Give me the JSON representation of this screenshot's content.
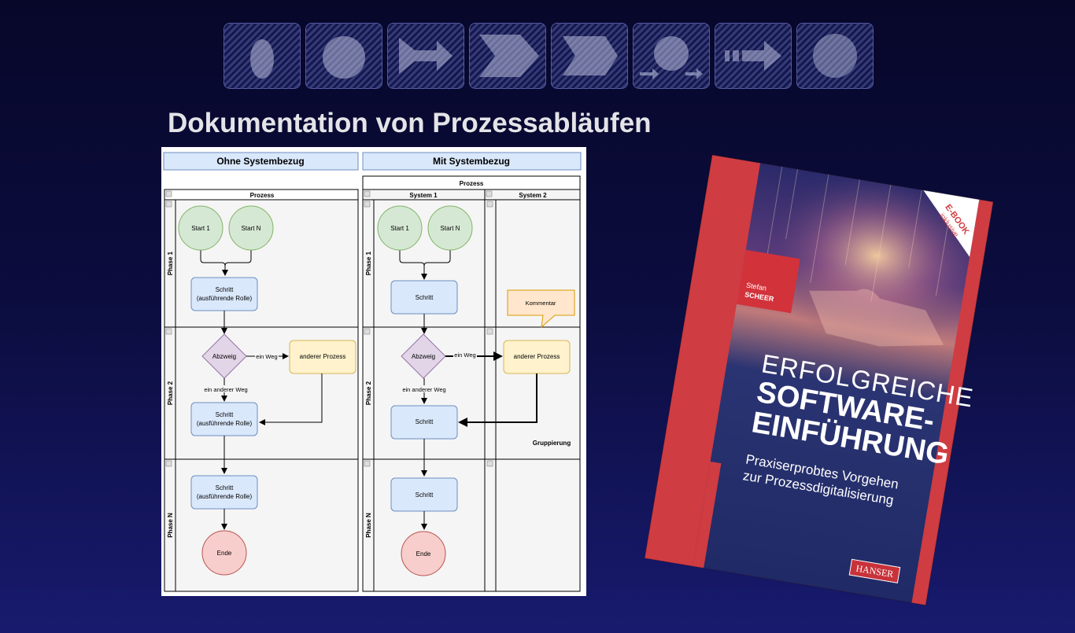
{
  "title": "Dokumentation von Prozessabläufen",
  "diagram": {
    "left_header": "Ohne Systembezug",
    "right_header": "Mit Systembezug",
    "pool_left": "Prozess",
    "pool_right": "Prozess",
    "lane_system1": "System 1",
    "lane_system2": "System 2",
    "phase1": "Phase 1",
    "phase2": "Phase 2",
    "phaseN": "Phase N",
    "start1": "Start 1",
    "startN": "Start N",
    "step_role_line1": "Schritt",
    "step_role_line2": "(ausführende Rolle)",
    "step": "Schritt",
    "branch": "Abzweig",
    "one_way": "ein Weg",
    "other_way": "ein anderer Weg",
    "other_process": "anderer Prozess",
    "comment": "Kommentar",
    "grouping": "Gruppierung",
    "end": "Ende"
  },
  "book": {
    "badge_line1": "E-BOOK",
    "badge_line2": "inklusive",
    "author_first": "Stefan",
    "author_last": "SCHEER",
    "title_line1": "ERFOLGREICHE",
    "title_line2": "SOFTWARE-",
    "title_line3": "EINFÜHRUNG",
    "subtitle_line1": "Praxiserprobtes Vorgehen",
    "subtitle_line2": "zur Prozessdigitalisierung",
    "publisher": "HANSER"
  },
  "icons": [
    "start-symbol-icon",
    "event-symbol-icon",
    "connector-arrow-icon",
    "chevron-arrow-icon",
    "process-chevron-icon",
    "sequence-flow-icon",
    "dashed-arrow-icon",
    "end-symbol-icon"
  ]
}
